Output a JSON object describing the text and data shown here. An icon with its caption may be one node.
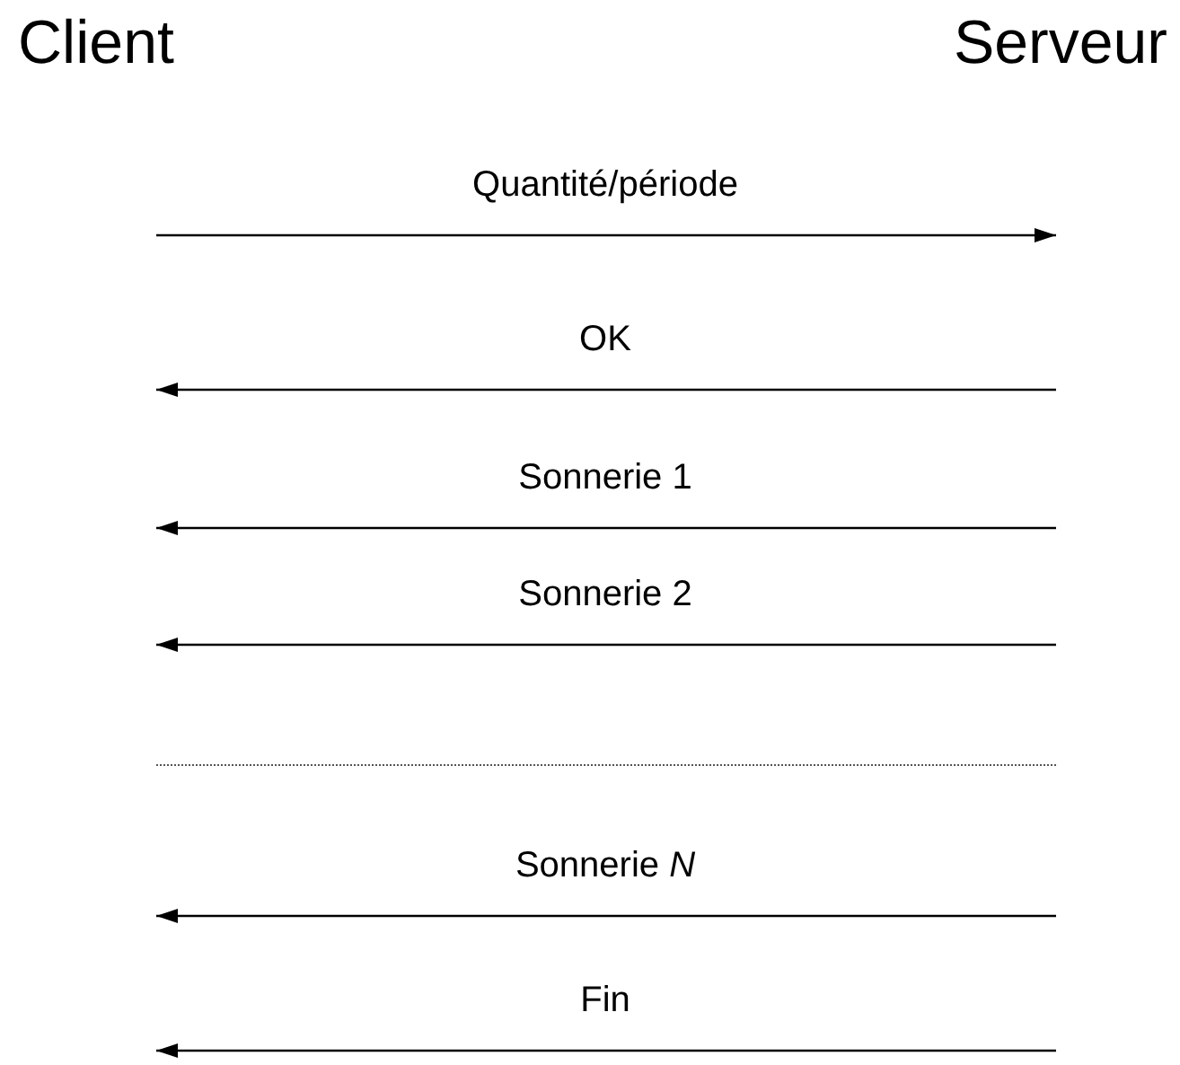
{
  "diagram": {
    "labels": [
      "Client",
      "Serveur",
      "Quantité/période",
      "OK",
      "Sonnerie 1",
      "Sonnerie 2",
      "Sonnerie *N*",
      "Fin"
    ]
  }
}
